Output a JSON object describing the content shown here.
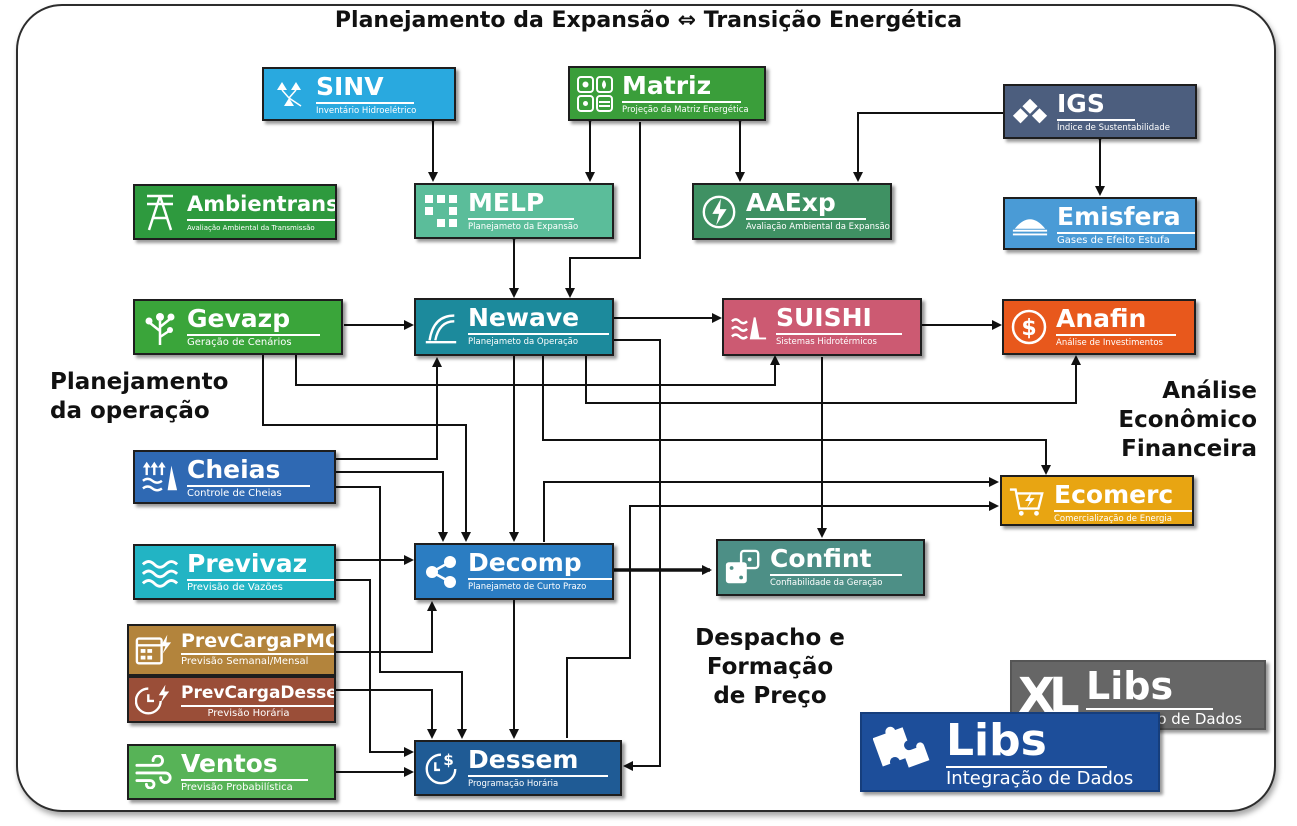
{
  "title": "Planejamento da Expansão ⇔ Transição Energética",
  "labels": {
    "operacao": [
      "Planejamento",
      "da operação"
    ],
    "financeira": [
      "Análise",
      "Econômico",
      "Financeira"
    ],
    "despacho": [
      "Despacho e",
      "Formação",
      "de Preço"
    ]
  },
  "nodes": {
    "sinv": {
      "name": "SINV",
      "sub": "Inventário Hidroelétrico",
      "color": "#29a9df"
    },
    "matriz": {
      "name": "Matriz",
      "sub": "Projeção da Matriz Energética",
      "color": "#3a9e3a"
    },
    "igs": {
      "name": "IGS",
      "sub": "Índice de Sustentabilidade",
      "color": "#4c5e7e"
    },
    "ambientrans": {
      "name": "Ambientrans",
      "sub": "Avaliação Ambiental da Transmissão",
      "color": "#2e9a3e"
    },
    "melp": {
      "name": "MELP",
      "sub": "Planejameto da Expansão",
      "color": "#5bbd9a"
    },
    "aaexp": {
      "name": "AAExp",
      "sub": "Avaliação Ambiental da Expansão",
      "color": "#3f9163"
    },
    "emisfera": {
      "name": "Emisfera",
      "sub": "Gases de Efeito Estufa",
      "color": "#4a9bd6"
    },
    "gevazp": {
      "name": "Gevazp",
      "sub": "Geração de Cenários",
      "color": "#3aa53a"
    },
    "newave": {
      "name": "Newave",
      "sub": "Planejameto da Operação",
      "color": "#1c8a9c"
    },
    "suishi": {
      "name": "SUISHI",
      "sub": "Sistemas Hidrotérmicos",
      "color": "#cc5a72"
    },
    "anafin": {
      "name": "Anafin",
      "sub": "Análise de Investimentos",
      "color": "#e8581c"
    },
    "cheias": {
      "name": "Cheias",
      "sub": "Controle de Cheias",
      "color": "#2f69b3"
    },
    "ecomerc": {
      "name": "Ecomerc",
      "sub": "Comercialização de Energia",
      "color": "#e8a512"
    },
    "previvaz": {
      "name": "Previvaz",
      "sub": "Previsão de Vazões",
      "color": "#22b4c4"
    },
    "decomp": {
      "name": "Decomp",
      "sub": "Planejameto de Curto Prazo",
      "color": "#2b7dc2"
    },
    "confint": {
      "name": "Confint",
      "sub": "Confiabilidade da Geração",
      "color": "#4d8f86"
    },
    "prevcargapmo": {
      "name": "PrevCargaPMO",
      "sub": "Previsão Semanal/Mensal",
      "color": "#b3843c"
    },
    "prevcargadessem": {
      "name": "PrevCargaDessem",
      "sub": "Previsão Horária",
      "color": "#9a4e38"
    },
    "ventos": {
      "name": "Ventos",
      "sub": "Previsão Probabilística",
      "color": "#57b357"
    },
    "dessem": {
      "name": "Dessem",
      "sub": "Programação Horária",
      "color": "#1f5b95"
    },
    "xllibs": {
      "name": "Libs",
      "sub": "Integração de Dados",
      "logo": "XL",
      "color": "#666666"
    },
    "libs": {
      "name": "Libs",
      "sub": "Integração de Dados",
      "color": "#1d4e9a"
    }
  }
}
